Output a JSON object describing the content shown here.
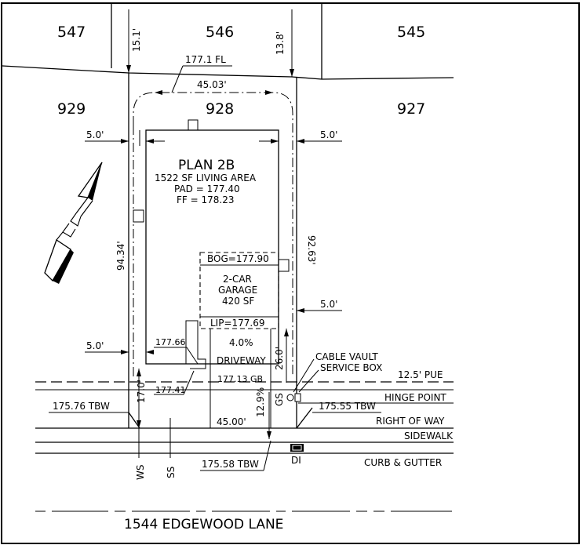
{
  "lots": {
    "lot_547": "547",
    "lot_546": "546",
    "lot_545": "545",
    "lot_929": "929",
    "lot_928": "928",
    "lot_927": "927"
  },
  "dimensions": {
    "rear_left": "15.1'",
    "rear_right": "13.8'",
    "fl": "177.1 FL",
    "width_rear": "45.03'",
    "side_left_top": "5.0'",
    "side_right_top": "5.0'",
    "depth_left": "94.34'",
    "depth_right": "92.63'",
    "side_right_garage": "5.0'",
    "side_left_bottom": "5.0'",
    "driveway_depth": "26.0'",
    "front_setback": "17.0'",
    "slope": "12.9%",
    "width_front": "45.00'"
  },
  "plan": {
    "title": "PLAN 2B",
    "living_area": "1522 SF LIVING AREA",
    "pad": "PAD = 177.40",
    "ff": "FF = 178.23"
  },
  "garage": {
    "bog": "BOG=177.90",
    "name_line1": "2-CAR",
    "name_line2": "GARAGE",
    "area": "420 SF",
    "lip": "LIP=177.69"
  },
  "driveway": {
    "grade": "4.0%",
    "label": "DRIVEWAY"
  },
  "elevations": {
    "e_177_66": "177.66",
    "e_177_13_gb": "177.13 GB",
    "e_177_41": "177.41",
    "tbw_left": "175.76 TBW",
    "tbw_right": "175.55 TBW",
    "tbw_bottom": "175.58 TBW"
  },
  "utilities": {
    "cable_vault": "CABLE VAULT",
    "service_box": "SERVICE BOX",
    "gs": "GS",
    "ws": "WS",
    "ss": "SS",
    "di": "DI"
  },
  "lines": {
    "pue": "12.5' PUE",
    "hinge": "HINGE POINT",
    "row": "RIGHT OF WAY",
    "sidewalk": "SIDEWALK",
    "curb": "CURB & GUTTER"
  },
  "street": {
    "name": "1544 EDGEWOOD LANE"
  }
}
